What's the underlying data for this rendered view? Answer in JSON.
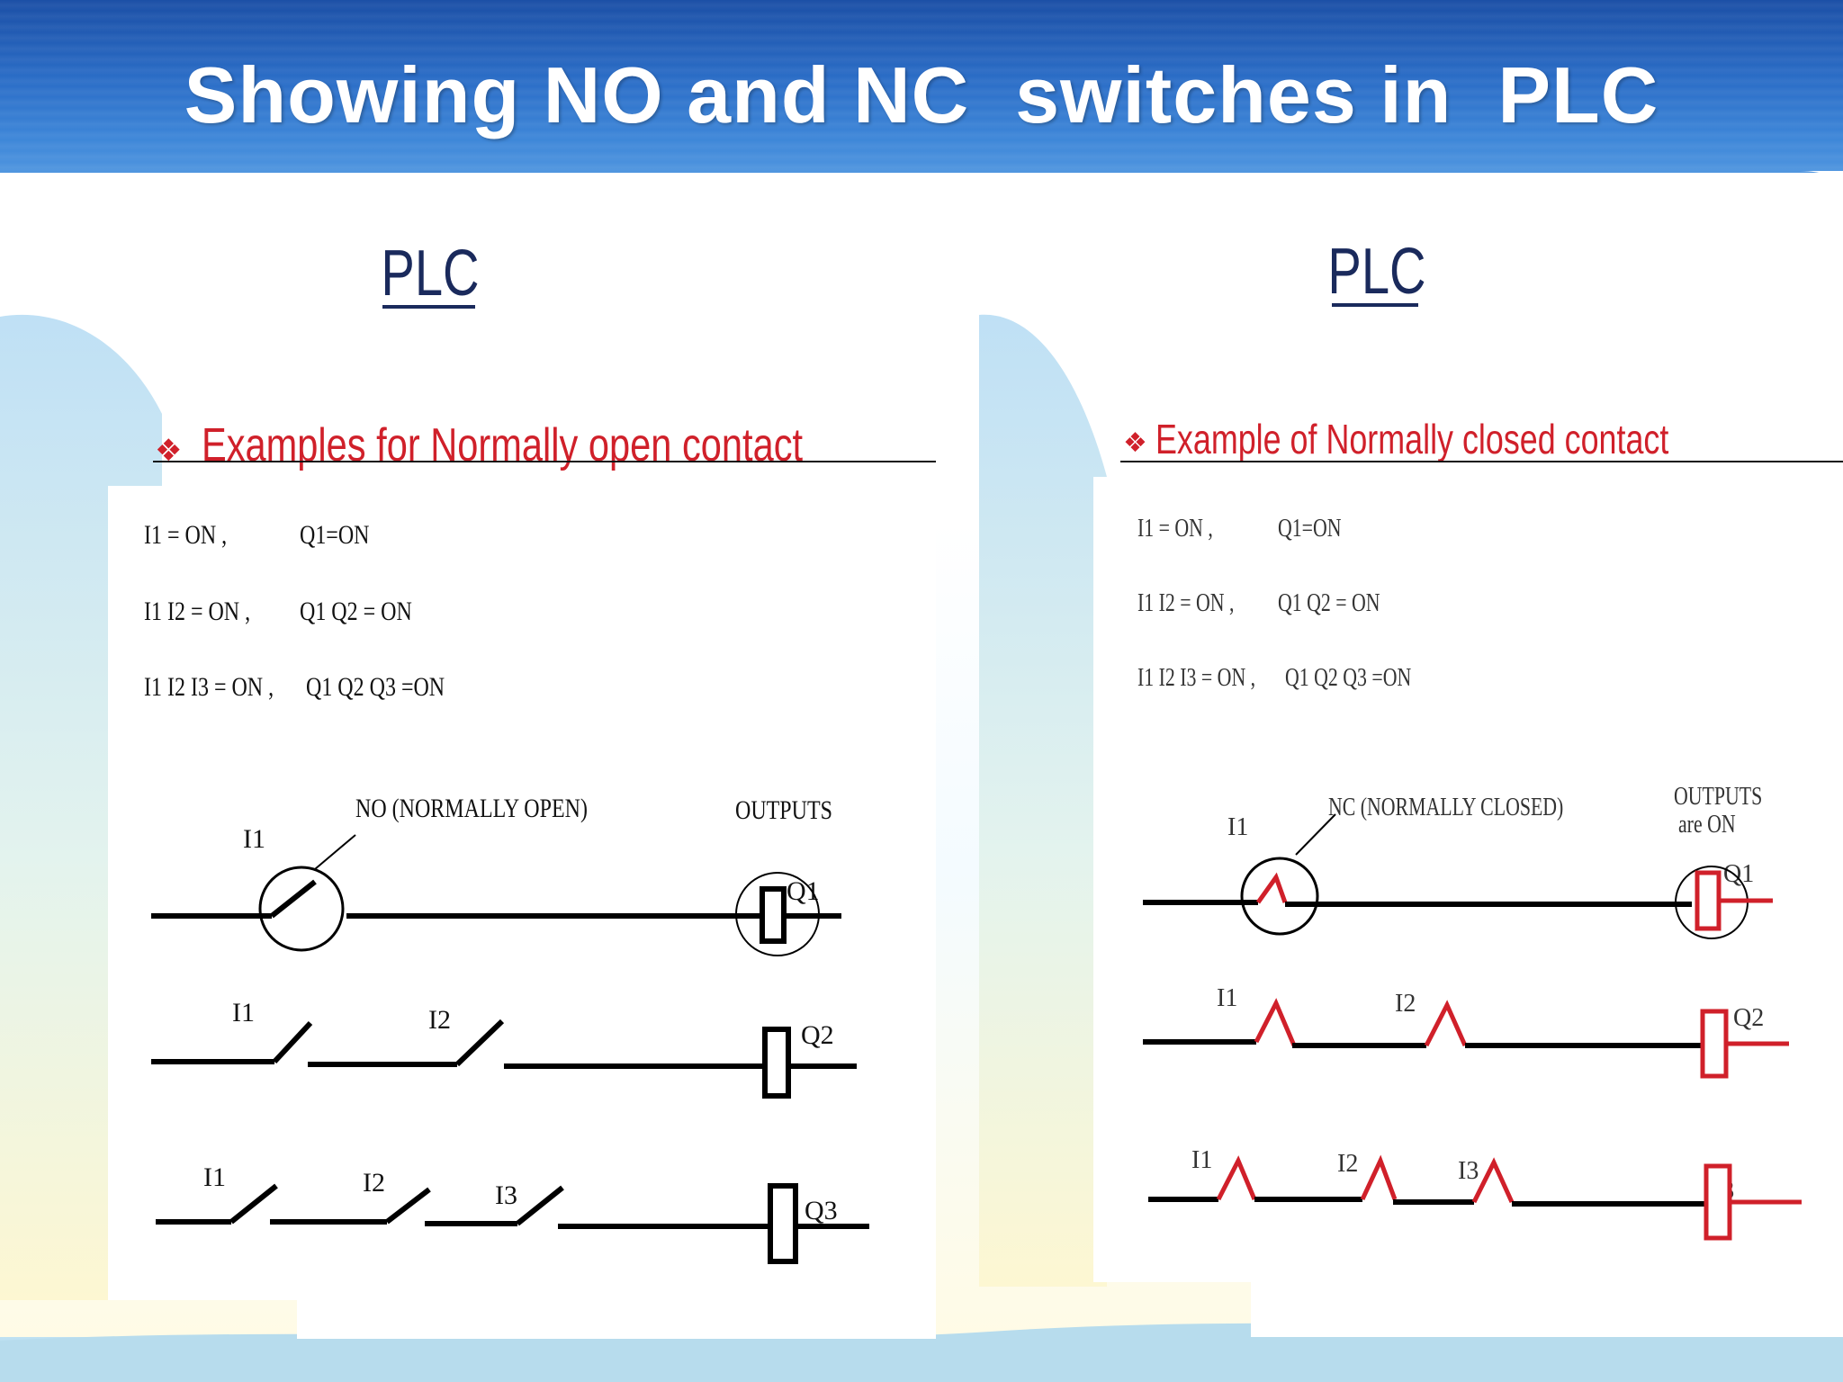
{
  "slide": {
    "title": "Showing NO and NC  switches in  PLC"
  },
  "left": {
    "heading": "PLC",
    "bullet": "❖",
    "subtitle": "Examples for Normally open contact",
    "equations": [
      {
        "inputs": "I1 = ON ,",
        "outputs": "Q1=ON"
      },
      {
        "inputs": "I1 I2 = ON ,",
        "outputs": "Q1 Q2 = ON"
      },
      {
        "inputs": "I1 I2 I3 = ON ,",
        "outputs": "Q1 Q2 Q3 =ON"
      }
    ],
    "labels": {
      "no_label": "NO (NORMALLY OPEN)",
      "outputs": "OUTPUTS",
      "r1_i1": "I1",
      "r1_q": "Q1",
      "r2_i1": "I1",
      "r2_i2": "I2",
      "r2_q": "Q2",
      "r3_i1": "I1",
      "r3_i2": "I2",
      "r3_i3": "I3",
      "r3_q": "Q3"
    }
  },
  "right": {
    "heading": "PLC",
    "bullet": "❖",
    "subtitle": "Example of Normally closed contact",
    "equations": [
      {
        "inputs": "I1 = ON ,",
        "outputs": "Q1=ON"
      },
      {
        "inputs": "I1 I2 = ON ,",
        "outputs": "Q1 Q2 = ON"
      },
      {
        "inputs": "I1 I2 I3 = ON ,",
        "outputs": "Q1 Q2 Q3 =ON"
      }
    ],
    "labels": {
      "nc_label": "NC (NORMALLY CLOSED)",
      "outputs_1": "OUTPUTS",
      "outputs_2": "are ON",
      "r1_i1": "I1",
      "r1_q": "Q1",
      "r2_i1": "I1",
      "r2_i2": "I2",
      "r2_q": "Q2",
      "r3_i1": "I1",
      "r3_i2": "I2",
      "r3_i3": "I3",
      "r3_q": "Q3"
    }
  },
  "colors": {
    "accent_red": "#d0202a",
    "heading_navy": "#1a2a5c",
    "header_blue": "#2a6cc6"
  }
}
